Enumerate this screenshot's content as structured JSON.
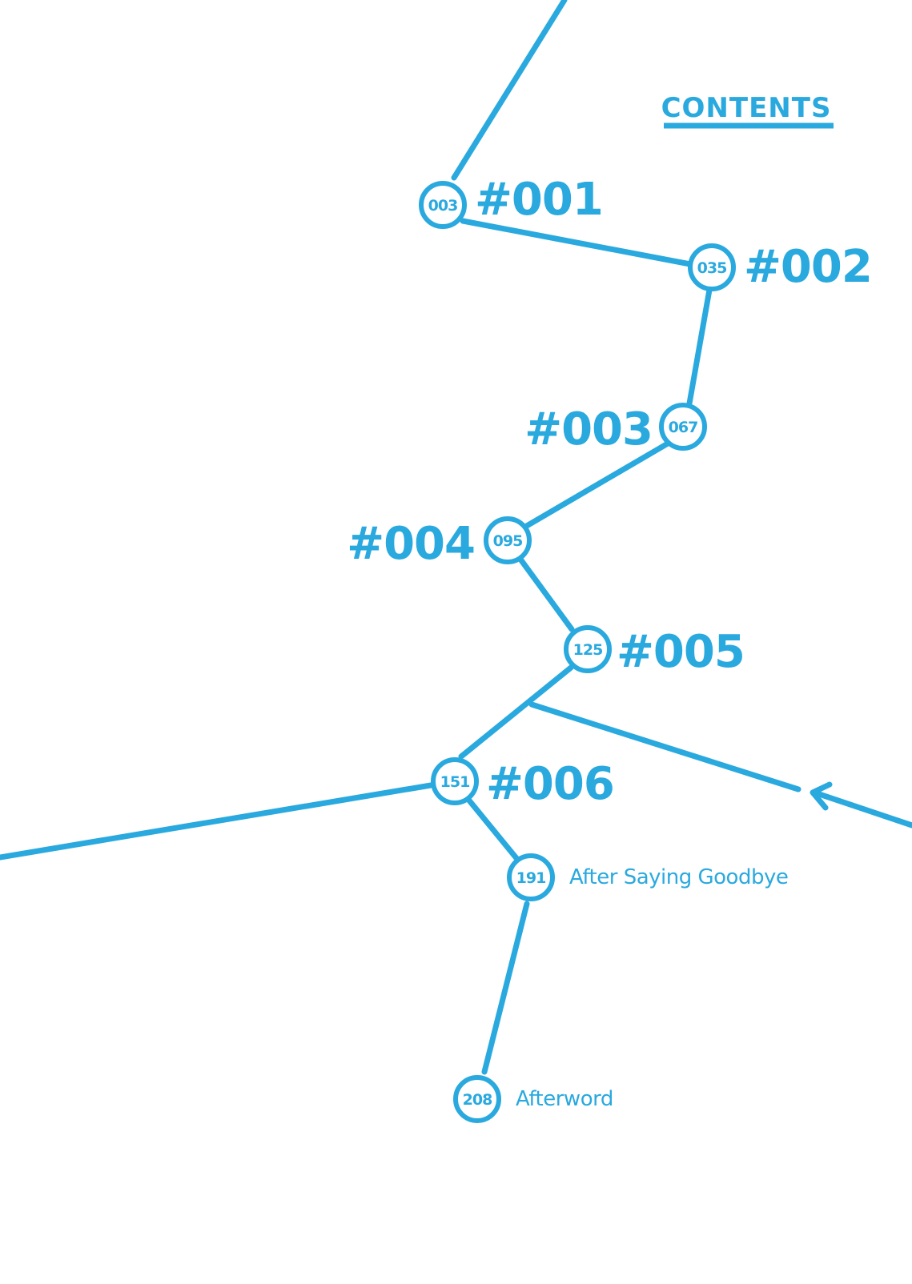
{
  "colors": {
    "accent": "#2aa9df",
    "background": "#ffffff"
  },
  "heading": "CONTENTS",
  "entries": [
    {
      "page": "003",
      "title": "#001"
    },
    {
      "page": "035",
      "title": "#002"
    },
    {
      "page": "067",
      "title": "#003"
    },
    {
      "page": "095",
      "title": "#004"
    },
    {
      "page": "125",
      "title": "#005"
    },
    {
      "page": "151",
      "title": "#006"
    },
    {
      "page": "191",
      "title": "After Saying Goodbye"
    },
    {
      "page": "208",
      "title": "Afterword"
    }
  ],
  "icons": {
    "arrow": "arrow-left-icon"
  }
}
